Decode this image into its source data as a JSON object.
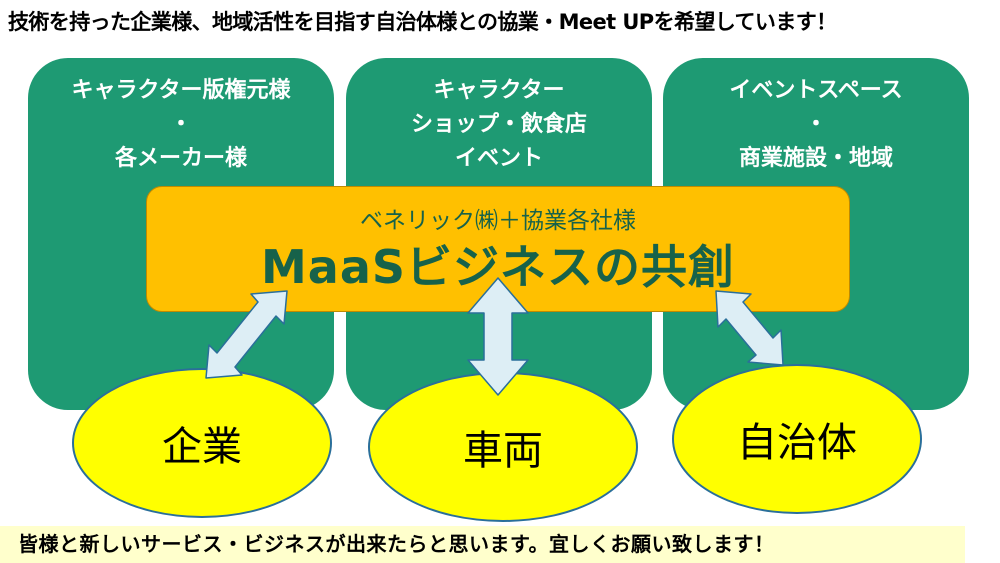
{
  "header": {
    "text": "技術を持った企業様、地域活性を目指す自治体様との協業・Meet UPを希望しています！"
  },
  "partners": [
    {
      "lines": [
        "キャラクター版権元様",
        "・",
        "各メーカー様"
      ]
    },
    {
      "lines": [
        "キャラクター",
        "ショップ・飲食店",
        "イベント"
      ]
    },
    {
      "lines": [
        "イベントスペース",
        "・",
        "商業施設・地域"
      ]
    }
  ],
  "core": {
    "subtitle": "ベネリック㈱＋協業各社様",
    "title": "MaaSビジネスの共創"
  },
  "targets": [
    "企業",
    "車両",
    "自治体"
  ],
  "footer": {
    "text": "皆様と新しいサービス・ビジネスが出来たらと思います。宜しくお願い致します！"
  },
  "colors": {
    "partner_box": "#1e9a73",
    "core_box": "#ffc000",
    "core_text": "#17624a",
    "ellipse_fill": "#ffff00",
    "arrow_fill": "#ddeef5",
    "footer_bg": "#ffffcc"
  }
}
